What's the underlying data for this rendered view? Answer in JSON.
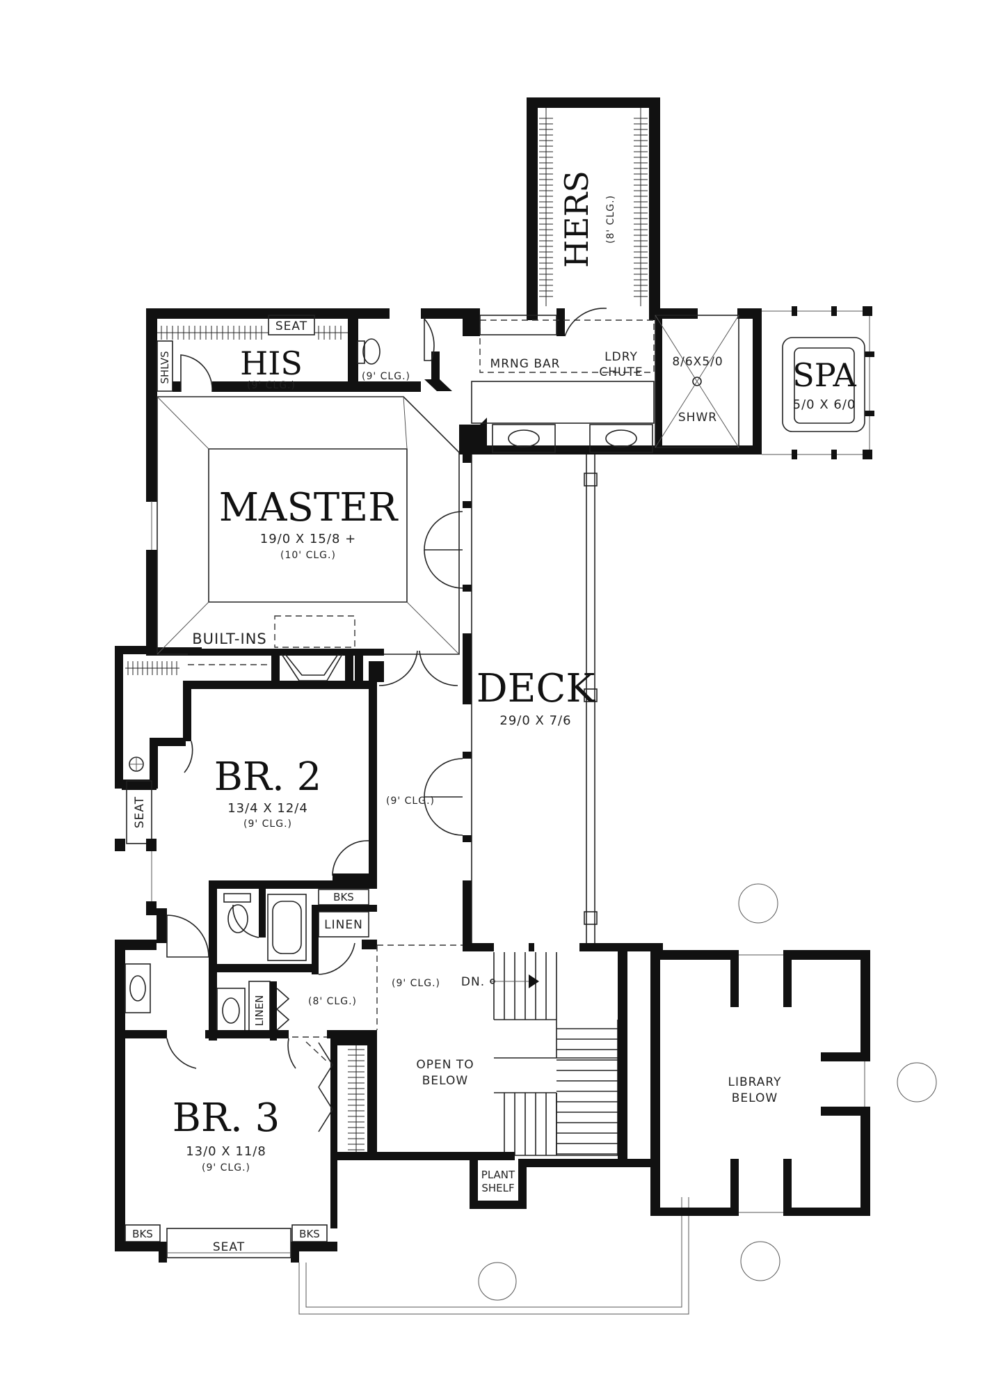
{
  "rooms": {
    "hers": {
      "name": "HERS",
      "ceiling": "(8' CLG.)"
    },
    "his": {
      "name": "HIS",
      "ceiling": "(9' CLG.)"
    },
    "toilet_master": {
      "ceiling": "(9' CLG.)"
    },
    "spa": {
      "name": "SPA",
      "dims": "5/0 X 6/0"
    },
    "master": {
      "name": "MASTER",
      "dims": "19/0 X 15/8 +",
      "ceiling": "(10' CLG.)"
    },
    "deck": {
      "name": "DECK",
      "dims": "29/0 X 7/6"
    },
    "br2": {
      "name": "BR. 2",
      "dims": "13/4 X 12/4",
      "ceiling": "(9' CLG.)"
    },
    "br3": {
      "name": "BR. 3",
      "dims": "13/0 X 11/8",
      "ceiling": "(9' CLG.)"
    }
  },
  "labels": {
    "seat_his": "SEAT",
    "shlvs": "SHLVS",
    "mrng_bar": "MRNG BAR",
    "ldry_1": "LDRY",
    "ldry_2": "CHUTE",
    "shower_dims": "8/6X5/0",
    "shwr": "SHWR",
    "built_ins": "BUILT-INS",
    "seat_br2": "SEAT",
    "hall_ceiling": "(9' CLG.)",
    "bks_upper": "BKS",
    "linen_upper": "LINEN",
    "linen_lower": "LINEN",
    "closet_ceiling": "(8' CLG.)",
    "landing_ceiling": "(9' CLG.)",
    "dn": "DN.",
    "open_1": "OPEN TO",
    "open_2": "BELOW",
    "library_1": "LIBRARY",
    "library_2": "BELOW",
    "plant_1": "PLANT",
    "plant_2": "SHELF",
    "bks_left": "BKS",
    "bks_right": "BKS",
    "seat_br3": "SEAT"
  }
}
